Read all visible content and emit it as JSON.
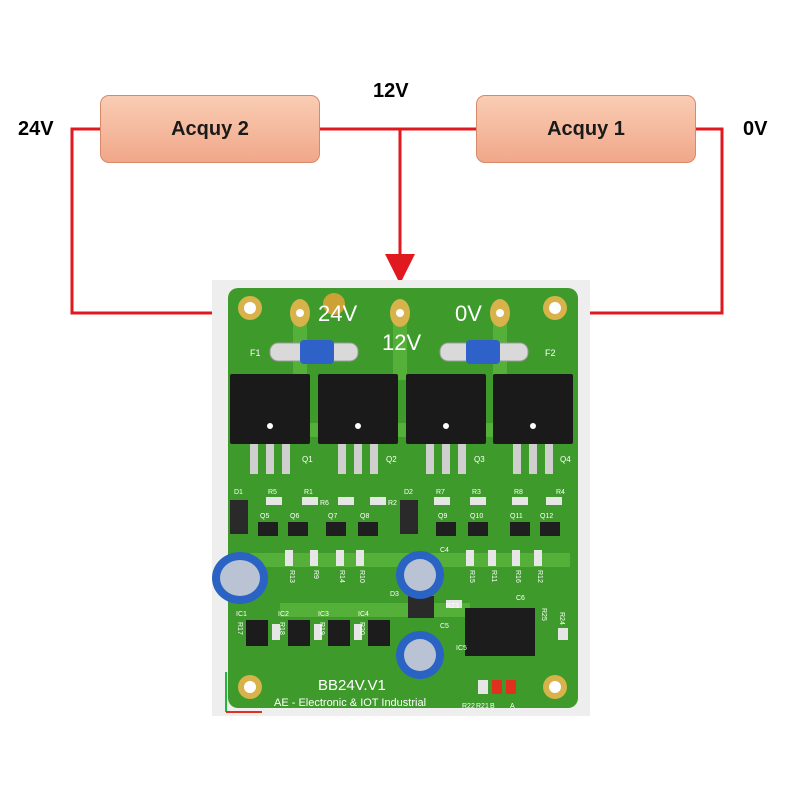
{
  "batteries": {
    "left": "Acquy 2",
    "right": "Acquy 1"
  },
  "voltages": {
    "left": "24V",
    "middle": "12V",
    "right": "0V"
  },
  "board": {
    "terminal_24v": "24V",
    "terminal_12v": "12V",
    "terminal_0v": "0V",
    "fuses": [
      "F1",
      "F2"
    ],
    "mosfets": [
      "Q1",
      "Q2",
      "Q3",
      "Q4"
    ],
    "board_name": "BB24V.V1",
    "company": "AE - Electronic & IOT Industrial",
    "resistors_top": [
      "R5",
      "R1",
      "R6",
      "R2",
      "R7",
      "R3",
      "R8",
      "R4"
    ],
    "diodes": [
      "D1",
      "D2",
      "D3"
    ],
    "transistors": [
      "Q5",
      "Q6",
      "Q7",
      "Q8",
      "Q9",
      "Q10",
      "Q11",
      "Q12"
    ],
    "resistors_mid": [
      "R13",
      "R9",
      "R14",
      "R10",
      "R15",
      "R11",
      "R16",
      "R12"
    ],
    "ics": [
      "IC1",
      "IC2",
      "IC3",
      "IC4",
      "IC5"
    ],
    "resistors_low": [
      "R17",
      "R18",
      "R19",
      "R20"
    ],
    "capacitors": [
      "C4",
      "C5",
      "C6"
    ],
    "misc_labels": [
      "R23",
      "R25",
      "R24",
      "R22",
      "R21",
      "B",
      "A"
    ]
  },
  "colors": {
    "wire": "#e0181f",
    "pcb": "#3f9a2c",
    "battery": "#f4b196"
  }
}
